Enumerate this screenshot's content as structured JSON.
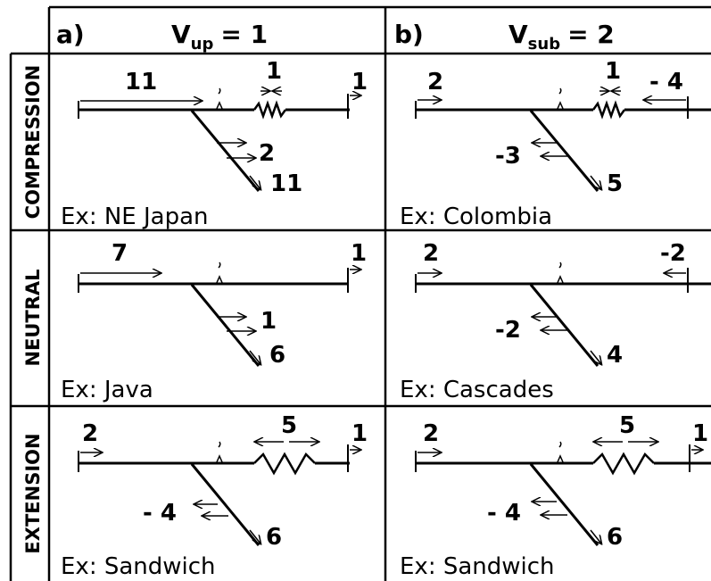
{
  "columns": [
    {
      "tag": "a)",
      "var": "V",
      "var_sub": "up",
      "eq": "= 1"
    },
    {
      "tag": "b)",
      "var": "V",
      "var_sub": "sub",
      "eq": "= 2"
    }
  ],
  "rows": [
    "COMPRESSION",
    "NEUTRAL",
    "EXTENSION"
  ],
  "panels": [
    {
      "top_left": "11",
      "top_mid": "1",
      "top_right": "1",
      "dip_up": "2",
      "slab": "11",
      "example": "Ex: NE Japan"
    },
    {
      "top_left": "2",
      "top_mid": "1",
      "top_right": "- 4",
      "dip_up": "-3",
      "slab": "5",
      "example": "Ex: Colombia"
    },
    {
      "top_left": "7",
      "top_right": "1",
      "dip_up": "1",
      "slab": "6",
      "example": "Ex: Java"
    },
    {
      "top_left": "2",
      "top_right": "-2",
      "dip_up": "-2",
      "slab": "4",
      "example": "Ex: Cascades"
    },
    {
      "top_left": "2",
      "top_mid": "5",
      "top_right": "1",
      "dip_up": "- 4",
      "slab": "6",
      "example": "Ex: Sandwich"
    },
    {
      "top_left": "2",
      "top_mid": "5",
      "top_right": "1",
      "dip_up": "- 4",
      "slab": "6",
      "example": "Ex: Sandwich"
    }
  ]
}
